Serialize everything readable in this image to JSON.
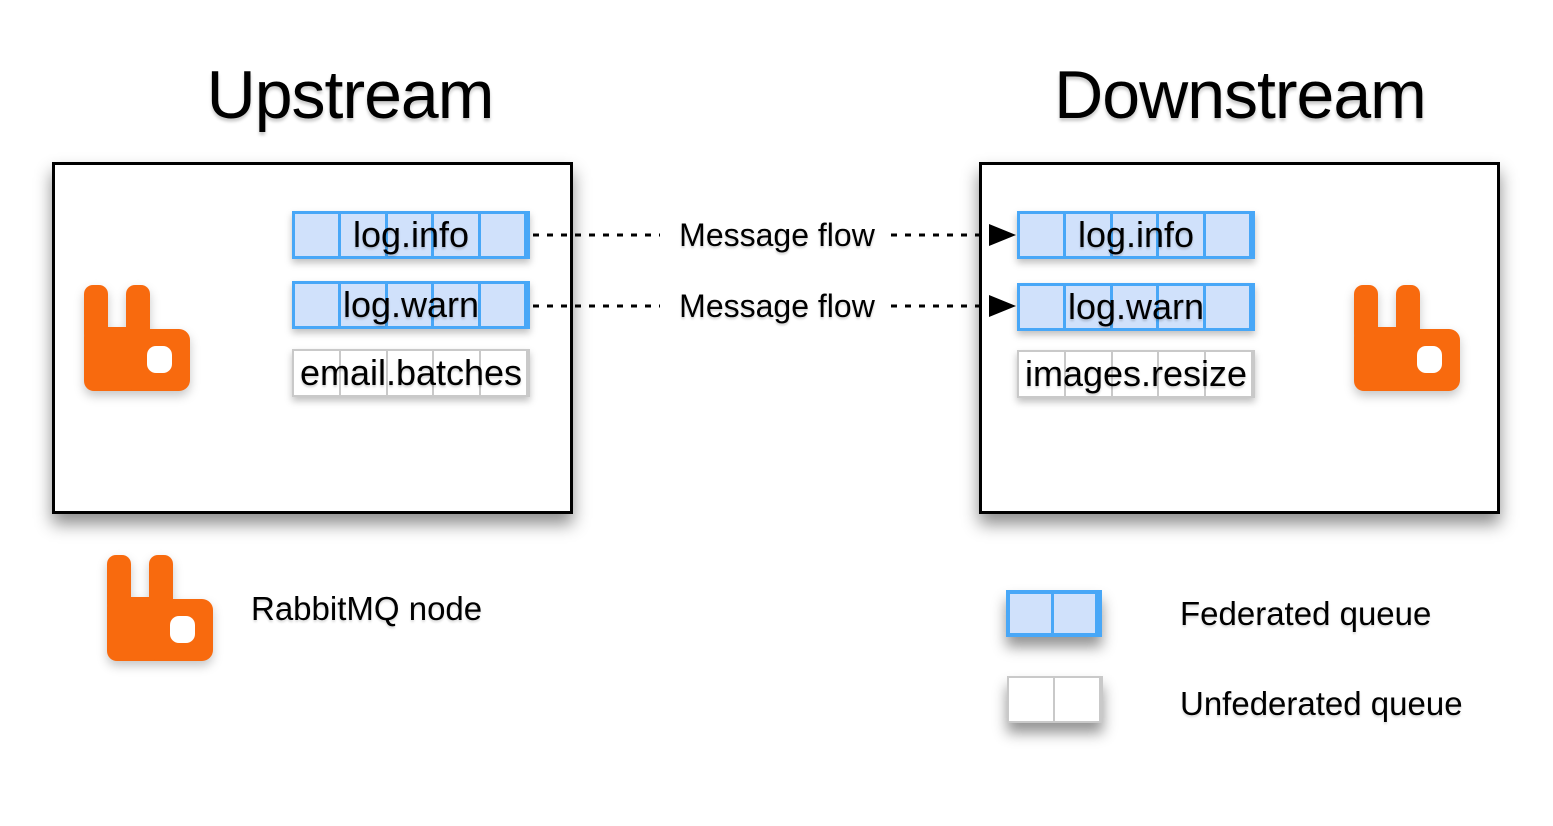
{
  "colors": {
    "orange": "#f86a0e",
    "queue_border_blue": "#48a7f7",
    "queue_fill_blue": "#d0e1fb",
    "queue_border_gray": "#c9c9c9",
    "box_border": "#000000"
  },
  "upstream": {
    "title": "Upstream",
    "queues": [
      {
        "name": "log.info",
        "federated": true,
        "cells": 5
      },
      {
        "name": "log.warn",
        "federated": true,
        "cells": 5
      },
      {
        "name": "email.batches",
        "federated": false,
        "cells": 5
      }
    ]
  },
  "downstream": {
    "title": "Downstream",
    "queues": [
      {
        "name": "log.info",
        "federated": true,
        "cells": 5
      },
      {
        "name": "log.warn",
        "federated": true,
        "cells": 5
      },
      {
        "name": "images.resize",
        "federated": false,
        "cells": 5
      }
    ]
  },
  "flows": [
    {
      "label": "Message flow",
      "from": "upstream log.info",
      "to": "downstream log.info"
    },
    {
      "label": "Message flow",
      "from": "upstream log.warn",
      "to": "downstream log.warn"
    }
  ],
  "legend": {
    "node_label": "RabbitMQ node",
    "federated_label": "Federated queue",
    "unfederated_label": "Unfederated queue"
  },
  "icons": {
    "rabbitmq_logo": "rabbitmq-rabbit",
    "arrowhead": "right-pointing-triangle"
  }
}
